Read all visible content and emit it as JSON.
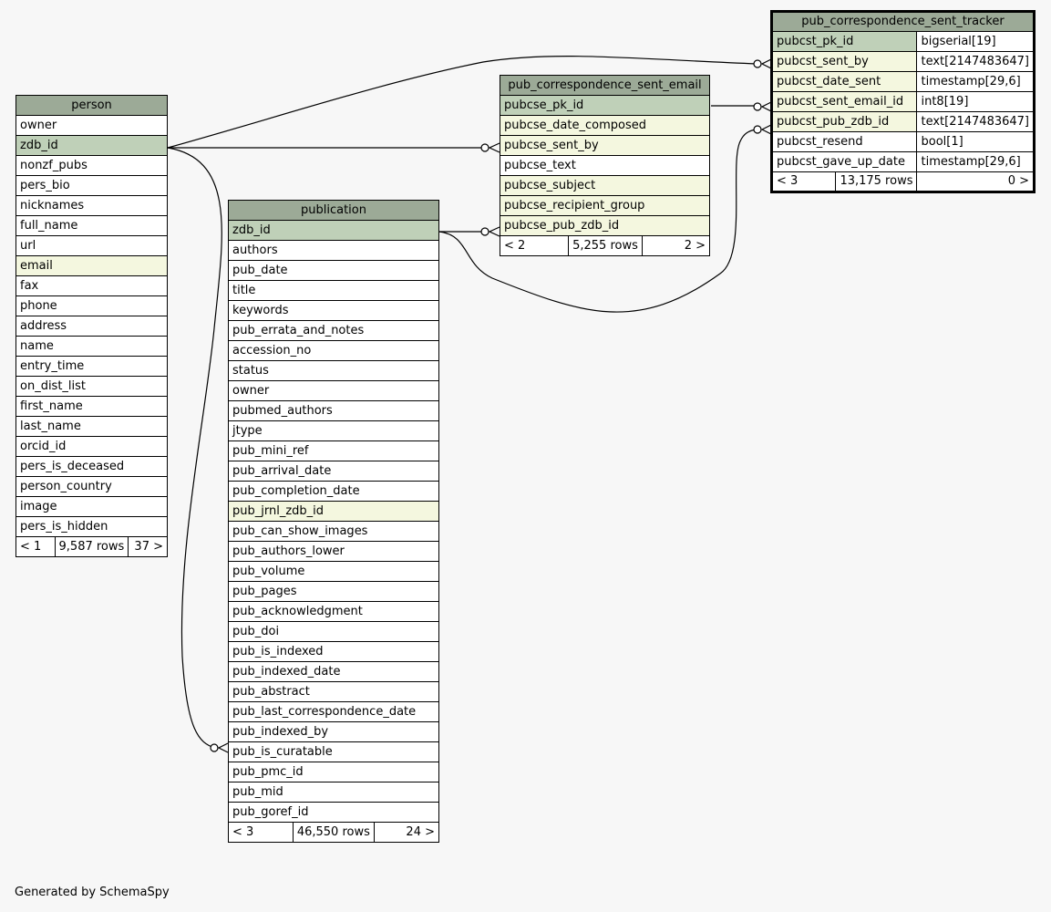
{
  "tables": {
    "person": {
      "name": "person",
      "columns": [
        "owner",
        "zdb_id",
        "nonzf_pubs",
        "pers_bio",
        "nicknames",
        "full_name",
        "url",
        "email",
        "fax",
        "phone",
        "address",
        "name",
        "entry_time",
        "on_dist_list",
        "first_name",
        "last_name",
        "orcid_id",
        "pers_is_deceased",
        "person_country",
        "image",
        "pers_is_hidden"
      ],
      "footer": {
        "left": "< 1",
        "middle": "9,587 rows",
        "right": "37 >"
      }
    },
    "publication": {
      "name": "publication",
      "columns": [
        "zdb_id",
        "authors",
        "pub_date",
        "title",
        "keywords",
        "pub_errata_and_notes",
        "accession_no",
        "status",
        "owner",
        "pubmed_authors",
        "jtype",
        "pub_mini_ref",
        "pub_arrival_date",
        "pub_completion_date",
        "pub_jrnl_zdb_id",
        "pub_can_show_images",
        "pub_authors_lower",
        "pub_volume",
        "pub_pages",
        "pub_acknowledgment",
        "pub_doi",
        "pub_is_indexed",
        "pub_indexed_date",
        "pub_abstract",
        "pub_last_correspondence_date",
        "pub_indexed_by",
        "pub_is_curatable",
        "pub_pmc_id",
        "pub_mid",
        "pub_goref_id"
      ],
      "footer": {
        "left": "< 3",
        "middle": "46,550 rows",
        "right": "24 >"
      }
    },
    "sent_email": {
      "name": "pub_correspondence_sent_email",
      "columns": [
        "pubcse_pk_id",
        "pubcse_date_composed",
        "pubcse_sent_by",
        "pubcse_text",
        "pubcse_subject",
        "pubcse_recipient_group",
        "pubcse_pub_zdb_id"
      ],
      "footer": {
        "left": "< 2",
        "middle": "5,255 rows",
        "right": "2 >"
      }
    },
    "tracker": {
      "name": "pub_correspondence_sent_tracker",
      "columns": [
        {
          "name": "pubcst_pk_id",
          "type": "bigserial[19]"
        },
        {
          "name": "pubcst_sent_by",
          "type": "text[2147483647]"
        },
        {
          "name": "pubcst_date_sent",
          "type": "timestamp[29,6]"
        },
        {
          "name": "pubcst_sent_email_id",
          "type": "int8[19]"
        },
        {
          "name": "pubcst_pub_zdb_id",
          "type": "text[2147483647]"
        },
        {
          "name": "pubcst_resend",
          "type": "bool[1]"
        },
        {
          "name": "pubcst_gave_up_date",
          "type": "timestamp[29,6]"
        }
      ],
      "footer": {
        "left": "< 3",
        "middle": "13,175 rows",
        "right": "0 >"
      }
    }
  },
  "colors": {
    "header": "#9caa97",
    "primary_key": "#bfd0b8",
    "foreign_key": "#f4f7df",
    "background": "#f7f7f7"
  },
  "footer_text": "Generated by SchemaSpy"
}
